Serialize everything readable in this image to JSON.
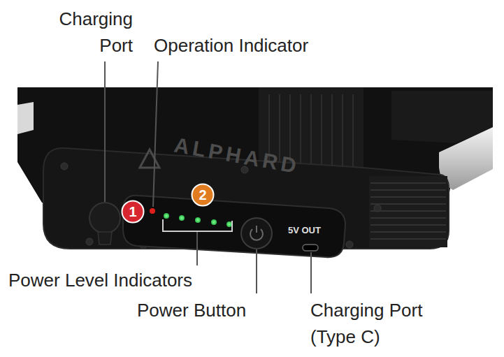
{
  "diagram": {
    "nodes": [
      {
        "text": [
          "1"
        ]
      },
      {
        "text": [
          "2"
        ]
      }
    ],
    "labels": [
      "Charging Port",
      "Operation Indicator",
      "ALPHARD",
      "5V OUT",
      "Power Level Indicators",
      "Power Button",
      "Charging Port (Type C)"
    ]
  }
}
